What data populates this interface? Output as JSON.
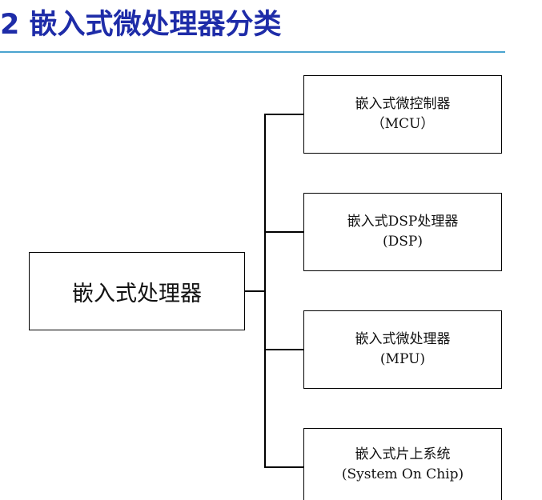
{
  "page": {
    "title": "2 嵌入式微处理器分类",
    "title_color": "#1e2ca8",
    "rule_color": "#4aa3cf"
  },
  "diagram": {
    "root": {
      "label": "嵌入式处理器"
    },
    "children": [
      {
        "name": "嵌入式微控制器",
        "abbr": "（MCU）"
      },
      {
        "name": "嵌入式DSP处理器",
        "abbr": "(DSP)"
      },
      {
        "name": "嵌入式微处理器",
        "abbr": "(MPU)"
      },
      {
        "name": "嵌入式片上系统",
        "abbr": "(System On Chip)"
      }
    ]
  }
}
